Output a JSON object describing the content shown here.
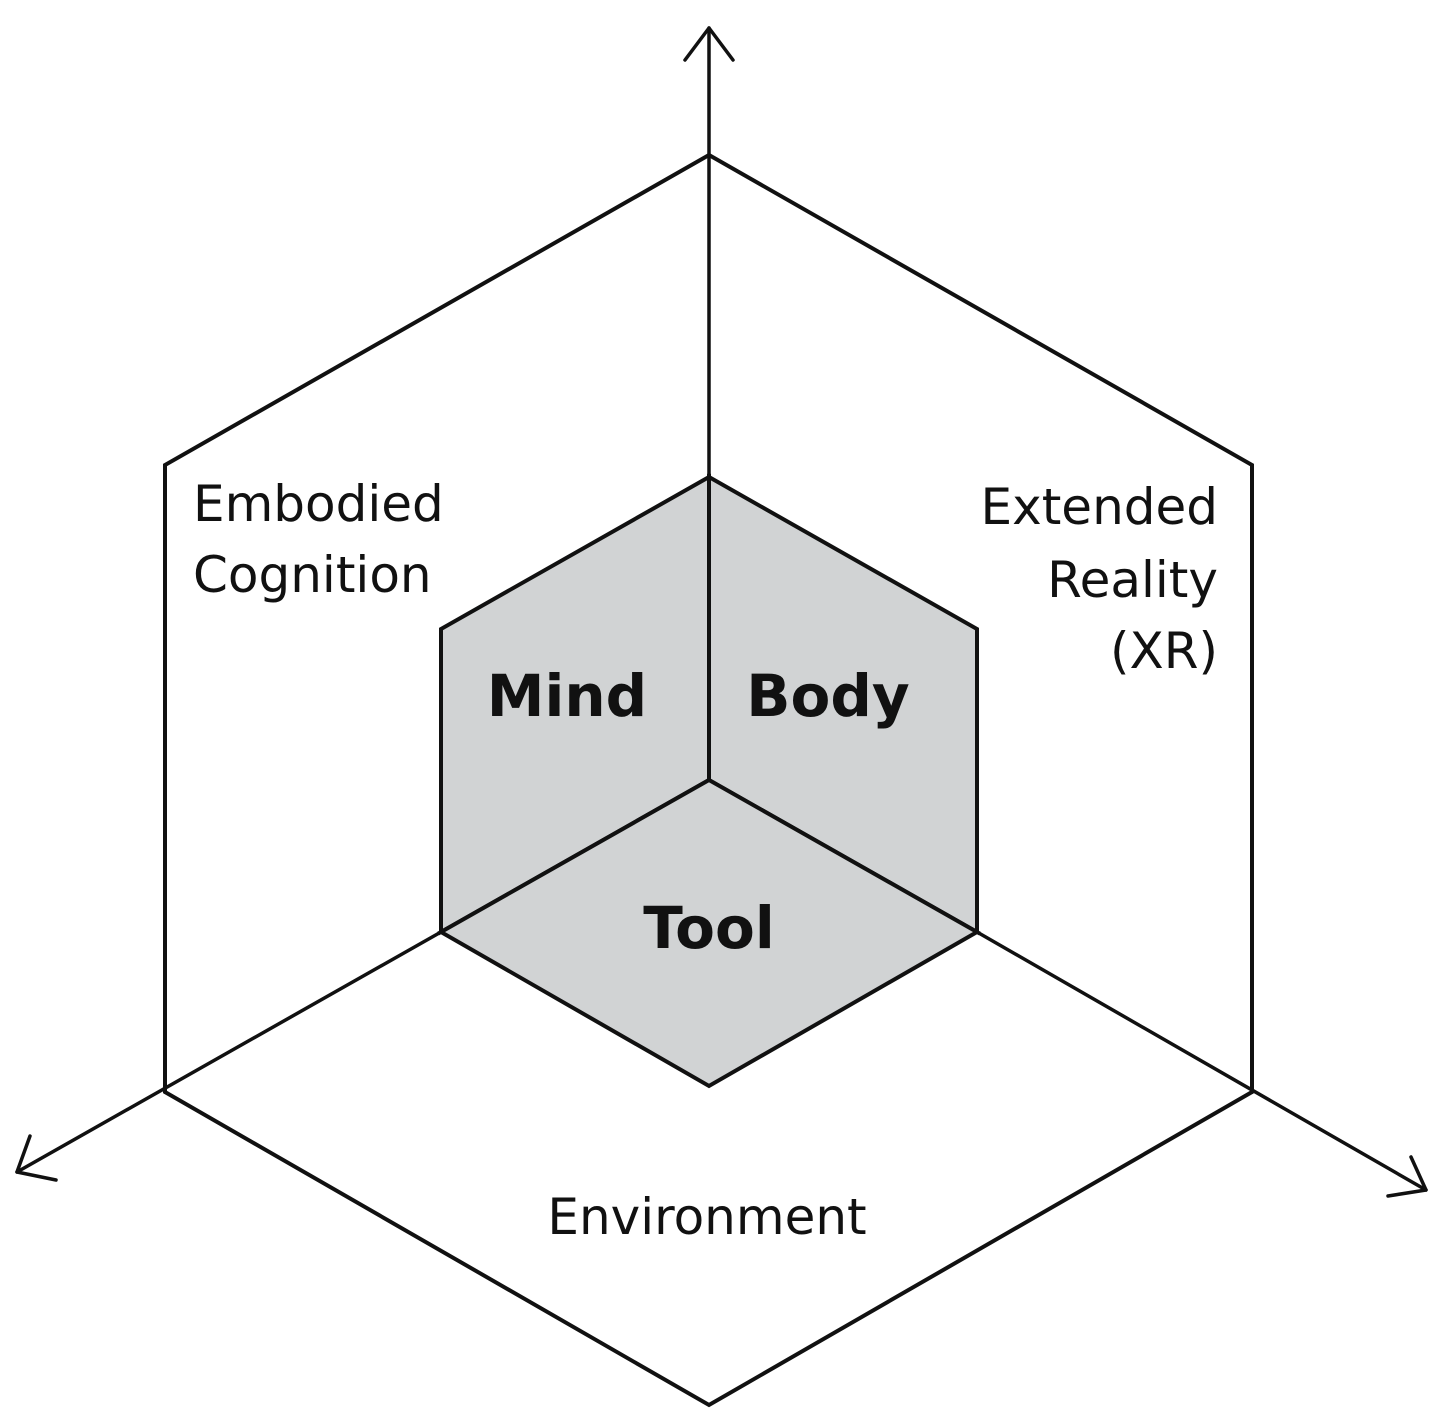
{
  "diagram": {
    "colors": {
      "line": "#111111",
      "inner_fill": "#d1d3d4",
      "background": "#ffffff"
    },
    "outer_labels": {
      "left_line1": "Embodied",
      "left_line2": "Cognition",
      "right_line1": "Extended",
      "right_line2": "Reality",
      "right_line3": "(XR)",
      "bottom": "Environment"
    },
    "inner_labels": {
      "left_face": "Mind",
      "right_face": "Body",
      "top_face": "Tool"
    },
    "axes": [
      "up-arrow",
      "down-left-arrow",
      "down-right-arrow"
    ]
  }
}
